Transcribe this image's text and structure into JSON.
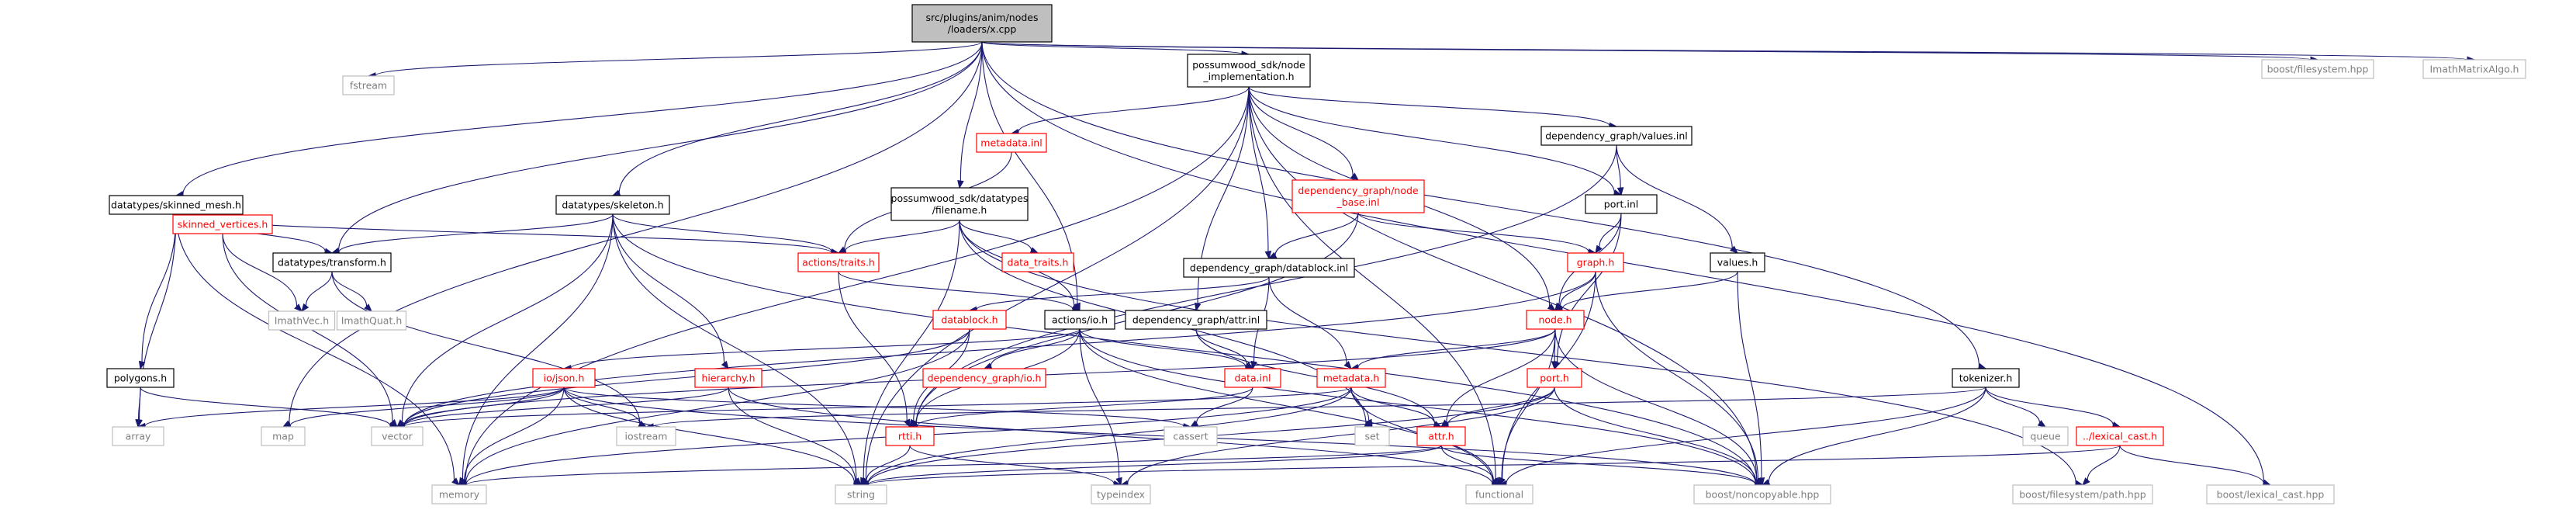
{
  "styles": {
    "root": {
      "fill": "#bfbfbf",
      "stroke": "#000000",
      "text": "#000000"
    },
    "doc": {
      "fill": "#ffffff",
      "stroke": "#000000",
      "text": "#000000"
    },
    "red": {
      "fill": "#ffffff",
      "stroke": "#ff0000",
      "text": "#ff0000"
    },
    "ext": {
      "fill": "#ffffff",
      "stroke": "#bfbfbf",
      "text": "#7f7f7f"
    },
    "edge_color": "#191970"
  },
  "nodes": [
    {
      "id": "x_cpp",
      "lines": [
        "src/plugins/anim/nodes",
        "/loaders/x.cpp"
      ],
      "style": "root"
    },
    {
      "id": "fstream",
      "lines": [
        "fstream"
      ],
      "style": "ext"
    },
    {
      "id": "possumwood_sdk_node_implementation",
      "lines": [
        "possumwood_sdk/node",
        "_implementation.h"
      ],
      "style": "doc"
    },
    {
      "id": "boost_filesystem_hpp",
      "lines": [
        "boost/filesystem.hpp"
      ],
      "style": "ext"
    },
    {
      "id": "ImathMatrixAlgo_h",
      "lines": [
        "ImathMatrixAlgo.h"
      ],
      "style": "ext"
    },
    {
      "id": "metadata_inl",
      "lines": [
        "metadata.inl"
      ],
      "style": "red"
    },
    {
      "id": "dependency_graph_values_inl",
      "lines": [
        "dependency_graph/values.inl"
      ],
      "style": "doc"
    },
    {
      "id": "datatypes_skinned_mesh_h",
      "lines": [
        "datatypes/skinned_mesh.h"
      ],
      "style": "doc"
    },
    {
      "id": "datatypes_skeleton_h",
      "lines": [
        "datatypes/skeleton.h"
      ],
      "style": "doc"
    },
    {
      "id": "possumwood_sdk_datatypes_filename",
      "lines": [
        "possumwood_sdk/datatypes",
        "/filename.h"
      ],
      "style": "doc"
    },
    {
      "id": "dependency_graph_node_base",
      "lines": [
        "dependency_graph/node",
        "_base.inl"
      ],
      "style": "red"
    },
    {
      "id": "port_inl",
      "lines": [
        "port.inl"
      ],
      "style": "doc"
    },
    {
      "id": "skinned_vertices_h",
      "lines": [
        "skinned_vertices.h"
      ],
      "style": "red"
    },
    {
      "id": "datatypes_transform_h",
      "lines": [
        "datatypes/transform.h"
      ],
      "style": "doc"
    },
    {
      "id": "actions_traits_h",
      "lines": [
        "actions/traits.h"
      ],
      "style": "red"
    },
    {
      "id": "data_traits_h",
      "lines": [
        "data_traits.h"
      ],
      "style": "red"
    },
    {
      "id": "dependency_graph_datablock_inl",
      "lines": [
        "dependency_graph/datablock.inl"
      ],
      "style": "doc"
    },
    {
      "id": "graph_h",
      "lines": [
        "graph.h"
      ],
      "style": "red"
    },
    {
      "id": "values_h",
      "lines": [
        "values.h"
      ],
      "style": "doc"
    },
    {
      "id": "ImathVec_h",
      "lines": [
        "ImathVec.h"
      ],
      "style": "ext"
    },
    {
      "id": "ImathQuat_h",
      "lines": [
        "ImathQuat.h"
      ],
      "style": "ext"
    },
    {
      "id": "datablock_h",
      "lines": [
        "datablock.h"
      ],
      "style": "red"
    },
    {
      "id": "actions_io_h",
      "lines": [
        "actions/io.h"
      ],
      "style": "doc"
    },
    {
      "id": "dependency_graph_attr_inl",
      "lines": [
        "dependency_graph/attr.inl"
      ],
      "style": "doc"
    },
    {
      "id": "node_h",
      "lines": [
        "node.h"
      ],
      "style": "red"
    },
    {
      "id": "tokenizer_h",
      "lines": [
        "tokenizer.h"
      ],
      "style": "doc"
    },
    {
      "id": "polygons_h",
      "lines": [
        "polygons.h"
      ],
      "style": "doc"
    },
    {
      "id": "io_json_h",
      "lines": [
        "io/json.h"
      ],
      "style": "red"
    },
    {
      "id": "hierarchy_h",
      "lines": [
        "hierarchy.h"
      ],
      "style": "red"
    },
    {
      "id": "dependency_graph_io_h",
      "lines": [
        "dependency_graph/io.h"
      ],
      "style": "red"
    },
    {
      "id": "data_inl",
      "lines": [
        "data.inl"
      ],
      "style": "red"
    },
    {
      "id": "metadata_h",
      "lines": [
        "metadata.h"
      ],
      "style": "red"
    },
    {
      "id": "port_h",
      "lines": [
        "port.h"
      ],
      "style": "red"
    },
    {
      "id": "array",
      "lines": [
        "array"
      ],
      "style": "ext"
    },
    {
      "id": "map",
      "lines": [
        "map"
      ],
      "style": "ext"
    },
    {
      "id": "vector",
      "lines": [
        "vector"
      ],
      "style": "ext"
    },
    {
      "id": "iostream",
      "lines": [
        "iostream"
      ],
      "style": "ext"
    },
    {
      "id": "rtti_h",
      "lines": [
        "rtti.h"
      ],
      "style": "red"
    },
    {
      "id": "cassert",
      "lines": [
        "cassert"
      ],
      "style": "ext"
    },
    {
      "id": "set",
      "lines": [
        "set"
      ],
      "style": "ext"
    },
    {
      "id": "attr_h",
      "lines": [
        "attr.h"
      ],
      "style": "red"
    },
    {
      "id": "queue",
      "lines": [
        "queue"
      ],
      "style": "ext"
    },
    {
      "id": "lexical_cast_h",
      "lines": [
        "../lexical_cast.h"
      ],
      "style": "red"
    },
    {
      "id": "memory",
      "lines": [
        "memory"
      ],
      "style": "ext"
    },
    {
      "id": "string",
      "lines": [
        "string"
      ],
      "style": "ext"
    },
    {
      "id": "typeindex",
      "lines": [
        "typeindex"
      ],
      "style": "ext"
    },
    {
      "id": "functional",
      "lines": [
        "functional"
      ],
      "style": "ext"
    },
    {
      "id": "boost_noncopyable_hpp",
      "lines": [
        "boost/noncopyable.hpp"
      ],
      "style": "ext"
    },
    {
      "id": "boost_filesystem_path_hpp",
      "lines": [
        "boost/filesystem/path.hpp"
      ],
      "style": "ext"
    },
    {
      "id": "boost_lexical_cast_hpp",
      "lines": [
        "boost/lexical_cast.hpp"
      ],
      "style": "ext"
    }
  ],
  "edges": [
    [
      "x_cpp",
      "fstream"
    ],
    [
      "x_cpp",
      "possumwood_sdk_node_implementation"
    ],
    [
      "x_cpp",
      "boost_filesystem_hpp"
    ],
    [
      "x_cpp",
      "ImathMatrixAlgo_h"
    ],
    [
      "x_cpp",
      "datatypes_skinned_mesh_h"
    ],
    [
      "x_cpp",
      "datatypes_skeleton_h"
    ],
    [
      "x_cpp",
      "possumwood_sdk_datatypes_filename"
    ],
    [
      "x_cpp",
      "datatypes_transform_h"
    ],
    [
      "x_cpp",
      "actions_io_h"
    ],
    [
      "x_cpp",
      "tokenizer_h"
    ],
    [
      "x_cpp",
      "map"
    ],
    [
      "x_cpp",
      "boost_lexical_cast_hpp"
    ],
    [
      "possumwood_sdk_node_implementation",
      "metadata_inl"
    ],
    [
      "possumwood_sdk_node_implementation",
      "dependency_graph_values_inl"
    ],
    [
      "possumwood_sdk_node_implementation",
      "dependency_graph_node_base"
    ],
    [
      "possumwood_sdk_node_implementation",
      "port_inl"
    ],
    [
      "possumwood_sdk_node_implementation",
      "dependency_graph_datablock_inl"
    ],
    [
      "possumwood_sdk_node_implementation",
      "dependency_graph_attr_inl"
    ],
    [
      "possumwood_sdk_node_implementation",
      "node_h"
    ],
    [
      "possumwood_sdk_node_implementation",
      "memory"
    ],
    [
      "possumwood_sdk_node_implementation",
      "string"
    ],
    [
      "possumwood_sdk_node_implementation",
      "functional"
    ],
    [
      "possumwood_sdk_node_implementation",
      "boost_noncopyable_hpp"
    ],
    [
      "metadata_inl",
      "actions_traits_h"
    ],
    [
      "dependency_graph_values_inl",
      "port_inl"
    ],
    [
      "dependency_graph_values_inl",
      "values_h"
    ],
    [
      "dependency_graph_values_inl",
      "rtti_h"
    ],
    [
      "datatypes_skinned_mesh_h",
      "skinned_vertices_h"
    ],
    [
      "datatypes_skinned_mesh_h",
      "datatypes_transform_h"
    ],
    [
      "datatypes_skinned_mesh_h",
      "actions_traits_h"
    ],
    [
      "datatypes_skinned_mesh_h",
      "polygons_h"
    ],
    [
      "datatypes_skinned_mesh_h",
      "array"
    ],
    [
      "datatypes_skinned_mesh_h",
      "memory"
    ],
    [
      "datatypes_skeleton_h",
      "datatypes_transform_h"
    ],
    [
      "datatypes_skeleton_h",
      "actions_traits_h"
    ],
    [
      "datatypes_skeleton_h",
      "hierarchy_h"
    ],
    [
      "datatypes_skeleton_h",
      "vector"
    ],
    [
      "datatypes_skeleton_h",
      "string"
    ],
    [
      "datatypes_skeleton_h",
      "boost_noncopyable_hpp"
    ],
    [
      "datatypes_skeleton_h",
      "memory"
    ],
    [
      "possumwood_sdk_datatypes_filename",
      "actions_traits_h"
    ],
    [
      "possumwood_sdk_datatypes_filename",
      "data_traits_h"
    ],
    [
      "possumwood_sdk_datatypes_filename",
      "actions_io_h"
    ],
    [
      "possumwood_sdk_datatypes_filename",
      "string"
    ],
    [
      "possumwood_sdk_datatypes_filename",
      "set"
    ],
    [
      "possumwood_sdk_datatypes_filename",
      "boost_filesystem_path_hpp"
    ],
    [
      "dependency_graph_node_base",
      "dependency_graph_datablock_inl"
    ],
    [
      "dependency_graph_node_base",
      "graph_h"
    ],
    [
      "dependency_graph_node_base",
      "rtti_h"
    ],
    [
      "port_inl",
      "graph_h"
    ],
    [
      "port_inl",
      "node_h"
    ],
    [
      "port_inl",
      "port_h"
    ],
    [
      "skinned_vertices_h",
      "ImathVec_h"
    ],
    [
      "skinned_vertices_h",
      "vector"
    ],
    [
      "datatypes_transform_h",
      "ImathVec_h"
    ],
    [
      "datatypes_transform_h",
      "ImathQuat_h"
    ],
    [
      "datatypes_transform_h",
      "iostream"
    ],
    [
      "actions_traits_h",
      "actions_io_h"
    ],
    [
      "actions_traits_h",
      "rtti_h"
    ],
    [
      "dependency_graph_datablock_inl",
      "datablock_h"
    ],
    [
      "dependency_graph_datablock_inl",
      "data_inl"
    ],
    [
      "dependency_graph_datablock_inl",
      "metadata_h"
    ],
    [
      "graph_h",
      "node_h"
    ],
    [
      "graph_h",
      "vector"
    ],
    [
      "graph_h",
      "functional"
    ],
    [
      "graph_h",
      "boost_noncopyable_hpp"
    ],
    [
      "values_h",
      "node_h"
    ],
    [
      "values_h",
      "boost_noncopyable_hpp"
    ],
    [
      "datablock_h",
      "vector"
    ],
    [
      "datablock_h",
      "memory"
    ],
    [
      "datablock_h",
      "rtti_h"
    ],
    [
      "actions_io_h",
      "io_json_h"
    ],
    [
      "actions_io_h",
      "dependency_graph_io_h"
    ],
    [
      "actions_io_h",
      "data_inl"
    ],
    [
      "actions_io_h",
      "rtti_h"
    ],
    [
      "actions_io_h",
      "typeindex"
    ],
    [
      "actions_io_h",
      "functional"
    ],
    [
      "actions_io_h",
      "boost_noncopyable_hpp"
    ],
    [
      "dependency_graph_attr_inl",
      "data_inl"
    ],
    [
      "dependency_graph_attr_inl",
      "attr_h"
    ],
    [
      "node_h",
      "metadata_h"
    ],
    [
      "node_h",
      "port_h"
    ],
    [
      "node_h",
      "attr_h"
    ],
    [
      "node_h",
      "boost_noncopyable_hpp"
    ],
    [
      "node_h",
      "vector"
    ],
    [
      "node_h",
      "functional"
    ],
    [
      "tokenizer_h",
      "lexical_cast_h"
    ],
    [
      "tokenizer_h",
      "queue"
    ],
    [
      "tokenizer_h",
      "iostream"
    ],
    [
      "tokenizer_h",
      "functional"
    ],
    [
      "tokenizer_h",
      "boost_noncopyable_hpp"
    ],
    [
      "polygons_h",
      "array"
    ],
    [
      "polygons_h",
      "vector"
    ],
    [
      "io_json_h",
      "array"
    ],
    [
      "io_json_h",
      "map"
    ],
    [
      "io_json_h",
      "vector"
    ],
    [
      "io_json_h",
      "iostream"
    ],
    [
      "io_json_h",
      "memory"
    ],
    [
      "io_json_h",
      "string"
    ],
    [
      "io_json_h",
      "cassert"
    ],
    [
      "io_json_h",
      "boost_noncopyable_hpp"
    ],
    [
      "hierarchy_h",
      "vector"
    ],
    [
      "hierarchy_h",
      "string"
    ],
    [
      "hierarchy_h",
      "functional"
    ],
    [
      "data_inl",
      "rtti_h"
    ],
    [
      "data_inl",
      "cassert"
    ],
    [
      "metadata_h",
      "attr_h"
    ],
    [
      "metadata_h",
      "set"
    ],
    [
      "metadata_h",
      "string"
    ],
    [
      "metadata_h",
      "vector"
    ],
    [
      "metadata_h",
      "functional"
    ],
    [
      "metadata_h",
      "memory"
    ],
    [
      "port_h",
      "attr_h"
    ],
    [
      "port_h",
      "string"
    ],
    [
      "port_h",
      "typeindex"
    ],
    [
      "port_h",
      "boost_noncopyable_hpp"
    ],
    [
      "rtti_h",
      "string"
    ],
    [
      "rtti_h",
      "typeindex"
    ],
    [
      "attr_h",
      "string"
    ],
    [
      "attr_h",
      "memory"
    ],
    [
      "attr_h",
      "functional"
    ],
    [
      "attr_h",
      "boost_noncopyable_hpp"
    ],
    [
      "lexical_cast_h",
      "boost_lexical_cast_hpp"
    ],
    [
      "lexical_cast_h",
      "boost_filesystem_path_hpp"
    ],
    [
      "lexical_cast_h",
      "string"
    ]
  ]
}
